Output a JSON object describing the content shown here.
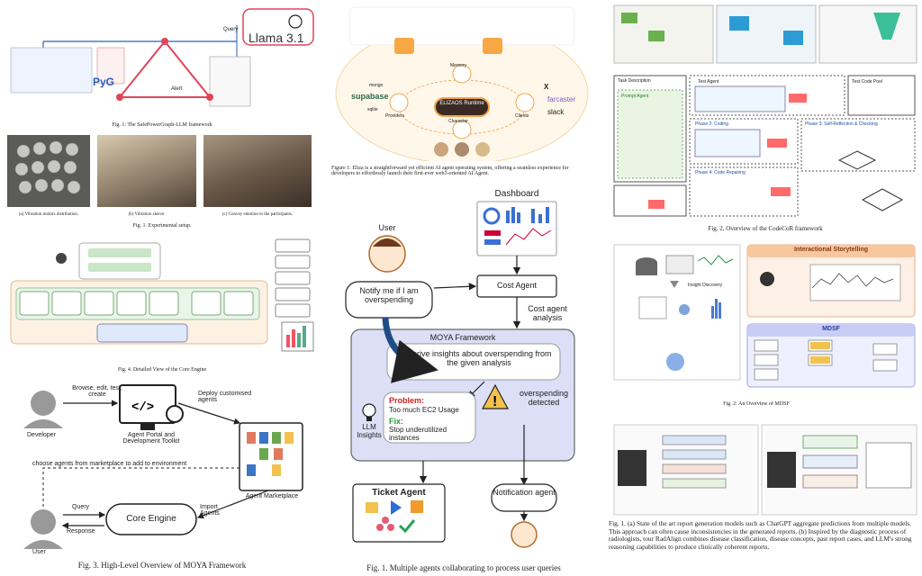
{
  "captions": {
    "safe_power_graph": "Fig. 1: The SafePowerGraph-LLM framework",
    "setup_a": "(a) Vibration motors distribution.",
    "setup_b": "(b) Vibration sleeve.",
    "setup_c": "(c) Convey emotion to the participants.",
    "setup_fig": "Fig. 1. Experimental setup.",
    "core_engine_fig": "Fig. 4. Detailed View of the Core Engine",
    "moya_overview": "Fig. 3.  High-Level Overview of MOYA Framework",
    "eliza": "Figure 1: Eliza is a straightforward yet efficient AI agent operating system, offering a seamless experience for developers to effortlessly launch their first-ever web3-oriented AI Agent.",
    "multi_agent": "Fig. 1.  Multiple agents collaborating to process user queries",
    "codecor": "Fig. 2.  Overview of the CodeCoR framework",
    "mdsf": "Fig. 2: An Overview of MDSF",
    "radalign": "Fig. 1. (a) State of the art report generation models such as ChatGPT aggregate predictions from multiple models. This approach can often cause inconsistencies in the generated reports. (b) Inspired by the diagnostic process of radiologists, tour RadAlign combines disease classification, disease concepts, past report cases, and LLM's strong reasoning capabilities to produce clinically coherent reports."
  },
  "safe_power_graph": {
    "llama_label": "Llama 3.1",
    "pyg_label": "PyG",
    "alert_label": "Alert",
    "query_label": "Query"
  },
  "moya": {
    "developer_label": "Developer",
    "browse_label": "Browse, edit, test, create",
    "portal_label": "Agent Portal and Development Toolkit",
    "deploy_label": "Deploy customised agents",
    "marketplace_label": "Agent Marketplace",
    "choose_label": "choose agents from marketplace to add to environment",
    "query_label": "Query",
    "response_label": "Response",
    "core_engine_label": "Core Engine",
    "import_label": "Import Agents",
    "user_label": "User"
  },
  "eliza": {
    "center_label": "ELIZAOS Runtime",
    "left_labels": [
      "supabase",
      "mongo",
      "sqlite"
    ],
    "right_labels": [
      "X",
      "farcaster",
      "slack"
    ],
    "node_labels": [
      "Providers",
      "Memory",
      "Clients",
      "Character"
    ]
  },
  "multi_agent": {
    "dashboard_label": "Dashboard",
    "user_label": "User",
    "speech_bubble": "Notify me if I am overspending",
    "cost_agent_label": "Cost Agent",
    "cost_analysis_label": "Cost agent analysis",
    "framework_label": "MOYA Framework",
    "derive_label": "Derive insights about overspending from the given analysis",
    "overspending_label": "overspending detected",
    "llm_label": "LLM Insights",
    "problem_title": "Problem:",
    "problem_text": "Too much EC2 Usage",
    "fix_title": "Fix:",
    "fix_text": "Stop underutilized instances",
    "ticket_agent_label": "Ticket Agent",
    "notification_agent_label": "Notification agent"
  },
  "codecor": {
    "headers": [
      "Task Description",
      "Prompt Agent",
      "Test Agent",
      "Test Code Pool",
      "Phase 2: Coding",
      "Phase 3: Self-Reflection & Checking",
      "Phase 4: Code Repairing"
    ]
  },
  "mdsf": {
    "storytelling_label": "Interactional Storytelling",
    "mdsf_label": "MDSF",
    "insight_label": "Insight Discovery"
  },
  "colors": {
    "accent_blue": "#2a5fbf",
    "framework_fill": "#dcdff5",
    "notify_red": "#c0392b",
    "problem_red": "#cc2222",
    "fix_green": "#2a9d3a",
    "llama_border": "#e0455a"
  }
}
